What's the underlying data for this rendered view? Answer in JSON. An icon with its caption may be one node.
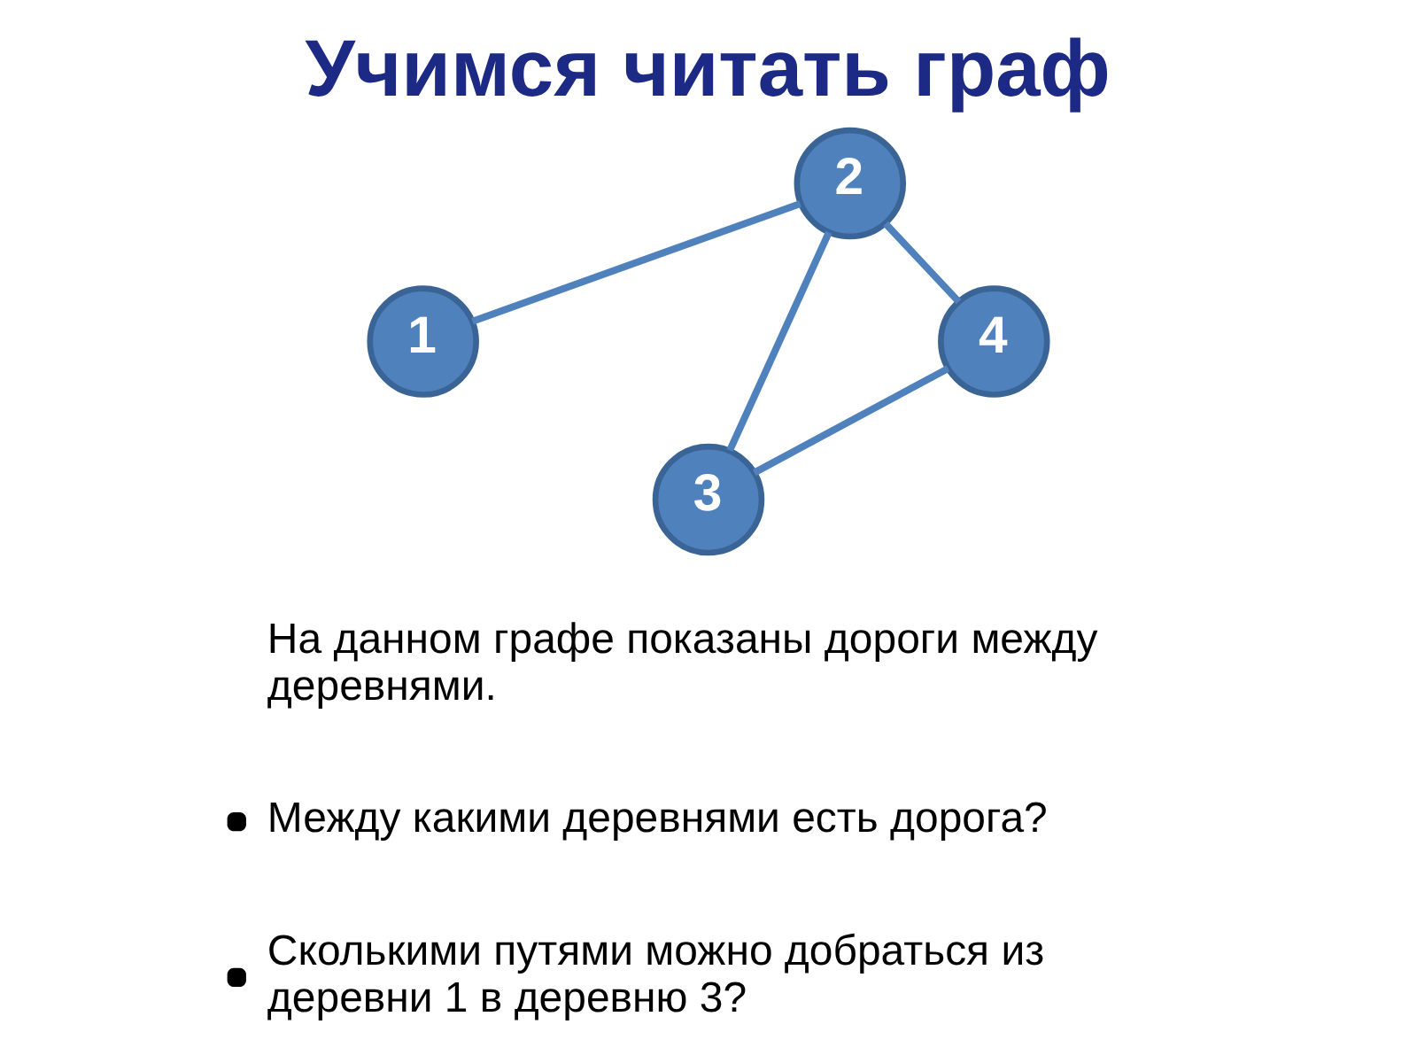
{
  "diagram": {
    "title": "Учимся читать граф",
    "nodes": [
      {
        "text": [
          "1"
        ]
      },
      {
        "text": [
          "2"
        ]
      },
      {
        "text": [
          "3"
        ]
      },
      {
        "text": [
          "4"
        ]
      }
    ],
    "edges": [
      {
        "from": 0,
        "to": 1,
        "arrow": "none"
      },
      {
        "from": 1,
        "to": 3,
        "arrow": "none"
      },
      {
        "from": 1,
        "to": 2,
        "arrow": "none"
      },
      {
        "from": 2,
        "to": 3,
        "arrow": "none"
      }
    ],
    "labels": [
      "На данном графе показаны дороги между деревнями.",
      "Между какими деревнями есть дорога?",
      "Сколькими путями можно добраться из деревни 1 в деревню 3?"
    ]
  }
}
